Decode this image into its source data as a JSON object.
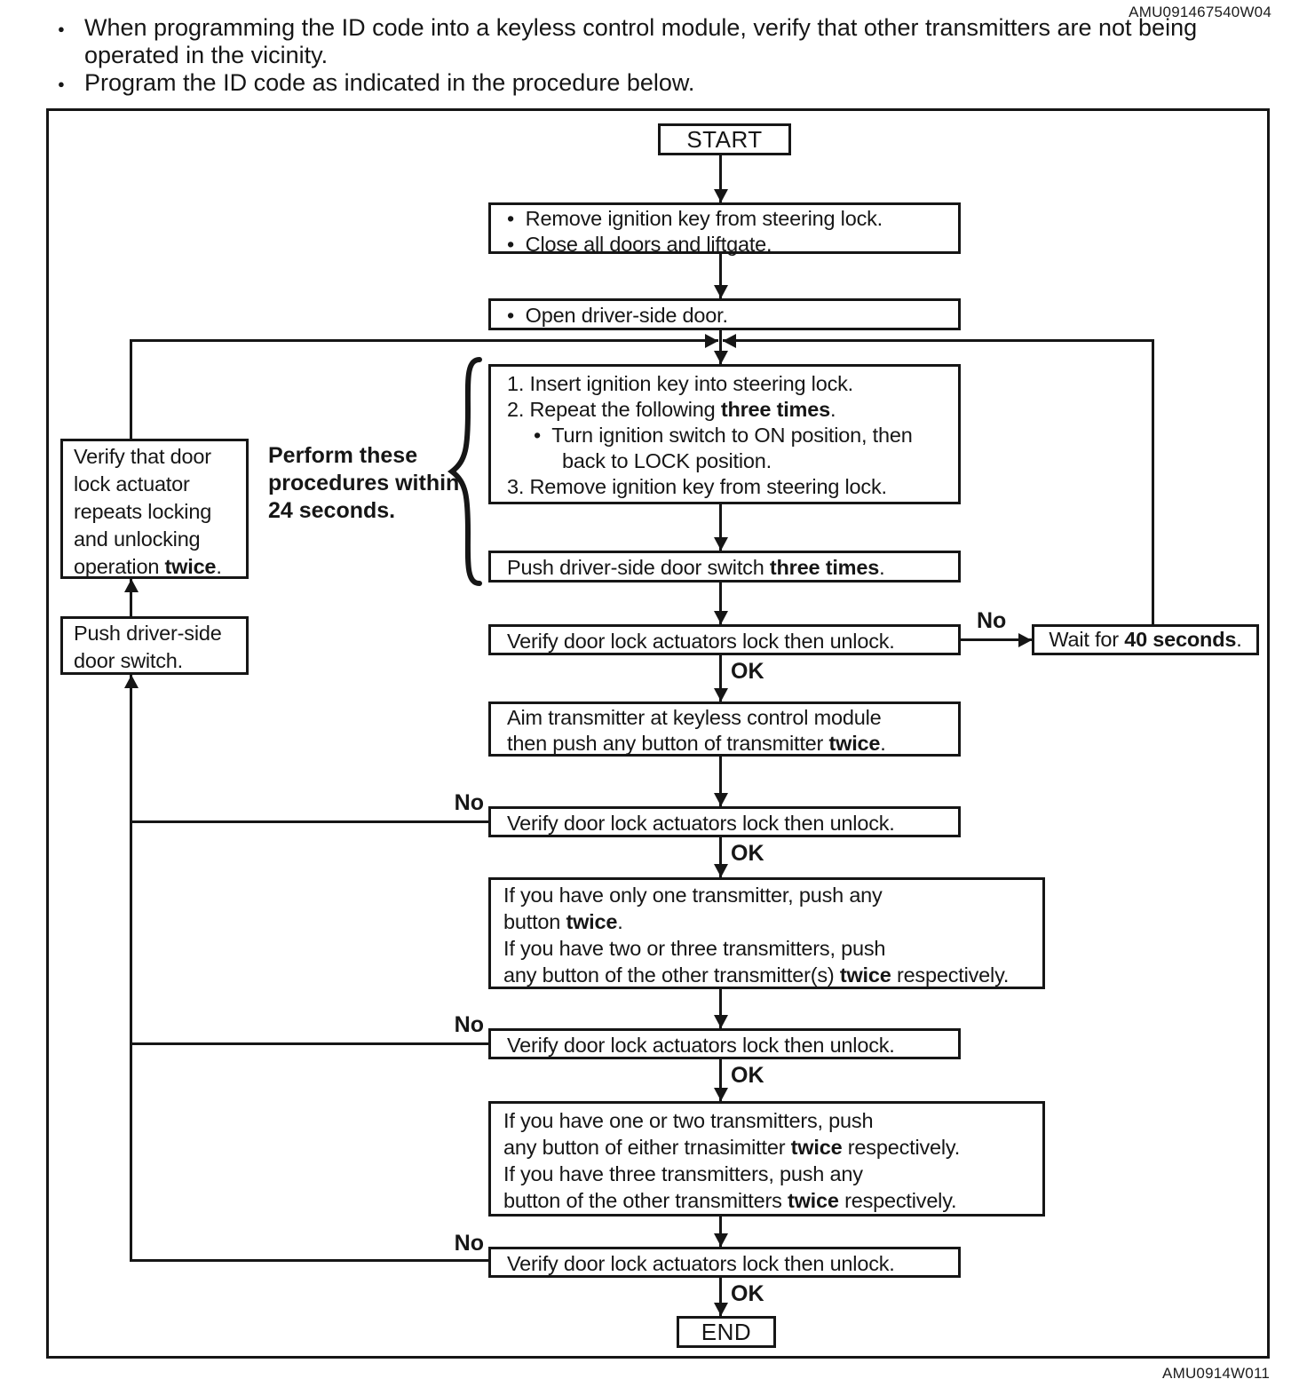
{
  "codes": {
    "top_right": "AMU091467540W04",
    "bottom_right": "AMU0914W011"
  },
  "intro_bullets": [
    "When programming the ID code into a keyless control module, verify that other transmitters are not being operated in the vicinity.",
    "Program the ID code as indicated in the procedure below."
  ],
  "labels": {
    "start": "START",
    "end": "END",
    "ok": "OK",
    "no": "No"
  },
  "side_note": {
    "lines": [
      {
        "seg": [
          {
            "t": "Perform these",
            "b": true
          }
        ]
      },
      {
        "seg": [
          {
            "t": "procedures within",
            "b": true
          }
        ]
      },
      {
        "seg": [
          {
            "t": "24 seconds.",
            "b": true
          }
        ]
      }
    ]
  },
  "nodes": {
    "prepare": {
      "lines": [
        {
          "seg": [
            {
              "t": "•  Remove ignition key from steering lock."
            }
          ]
        },
        {
          "seg": [
            {
              "t": "•  Close all doors and liftgate."
            }
          ]
        }
      ]
    },
    "open_door": {
      "lines": [
        {
          "seg": [
            {
              "t": "•  Open driver-side door."
            }
          ]
        }
      ]
    },
    "key_sequence": {
      "lines": [
        {
          "seg": [
            {
              "t": "1. Insert ignition key into steering lock."
            }
          ]
        },
        {
          "seg": [
            {
              "t": "2. Repeat the following "
            },
            {
              "t": "three times",
              "b": true
            },
            {
              "t": "."
            }
          ]
        },
        {
          "ind": 1,
          "seg": [
            {
              "t": "•  Turn ignition switch to ON position, then"
            }
          ]
        },
        {
          "ind": 2,
          "seg": [
            {
              "t": "back to LOCK position."
            }
          ]
        },
        {
          "seg": [
            {
              "t": "3. Remove ignition key from steering lock."
            }
          ]
        }
      ]
    },
    "push_three_times": {
      "seg": [
        {
          "t": "Push driver-side door switch "
        },
        {
          "t": "three times",
          "b": true
        },
        {
          "t": "."
        }
      ]
    },
    "verify_lock_unlock": "Verify door lock actuators lock then unlock.",
    "wait_40": {
      "seg": [
        {
          "t": "Wait for "
        },
        {
          "t": "40 seconds",
          "b": true
        },
        {
          "t": "."
        }
      ]
    },
    "aim_transmitter": {
      "lines": [
        {
          "seg": [
            {
              "t": "Aim transmitter at keyless control module"
            }
          ]
        },
        {
          "seg": [
            {
              "t": "then push any button of transmitter "
            },
            {
              "t": "twice",
              "b": true
            },
            {
              "t": "."
            }
          ]
        }
      ]
    },
    "one_transmitter": {
      "lines": [
        {
          "seg": [
            {
              "t": "If you have only one transmitter, push any"
            }
          ]
        },
        {
          "seg": [
            {
              "t": "button "
            },
            {
              "t": "twice",
              "b": true
            },
            {
              "t": "."
            }
          ]
        },
        {
          "seg": [
            {
              "t": "If you have two or three transmitters, push"
            }
          ]
        },
        {
          "seg": [
            {
              "t": "any button of the other transmitter(s) "
            },
            {
              "t": "twice",
              "b": true
            },
            {
              "t": " respectively."
            }
          ]
        }
      ]
    },
    "other_transmitters": {
      "lines": [
        {
          "seg": [
            {
              "t": "If you have one or two transmitters, push"
            }
          ]
        },
        {
          "seg": [
            {
              "t": "any button of either trnasimitter "
            },
            {
              "t": "twice",
              "b": true
            },
            {
              "t": " respectively."
            }
          ]
        },
        {
          "seg": [
            {
              "t": "If you have three transmitters, push any"
            }
          ]
        },
        {
          "seg": [
            {
              "t": "button of the other transmitters "
            },
            {
              "t": "twice",
              "b": true
            },
            {
              "t": " respectively."
            }
          ]
        }
      ]
    },
    "verify_actuator_twice": {
      "lines": [
        {
          "seg": [
            {
              "t": "Verify that door"
            }
          ]
        },
        {
          "seg": [
            {
              "t": "lock actuator"
            }
          ]
        },
        {
          "seg": [
            {
              "t": "repeats locking"
            }
          ]
        },
        {
          "seg": [
            {
              "t": "and unlocking"
            }
          ]
        },
        {
          "seg": [
            {
              "t": "operation "
            },
            {
              "t": "twice",
              "b": true
            },
            {
              "t": "."
            }
          ]
        }
      ]
    },
    "push_door_switch": {
      "lines": [
        {
          "seg": [
            {
              "t": "Push driver-side"
            }
          ]
        },
        {
          "seg": [
            {
              "t": "door switch."
            }
          ]
        }
      ]
    }
  }
}
